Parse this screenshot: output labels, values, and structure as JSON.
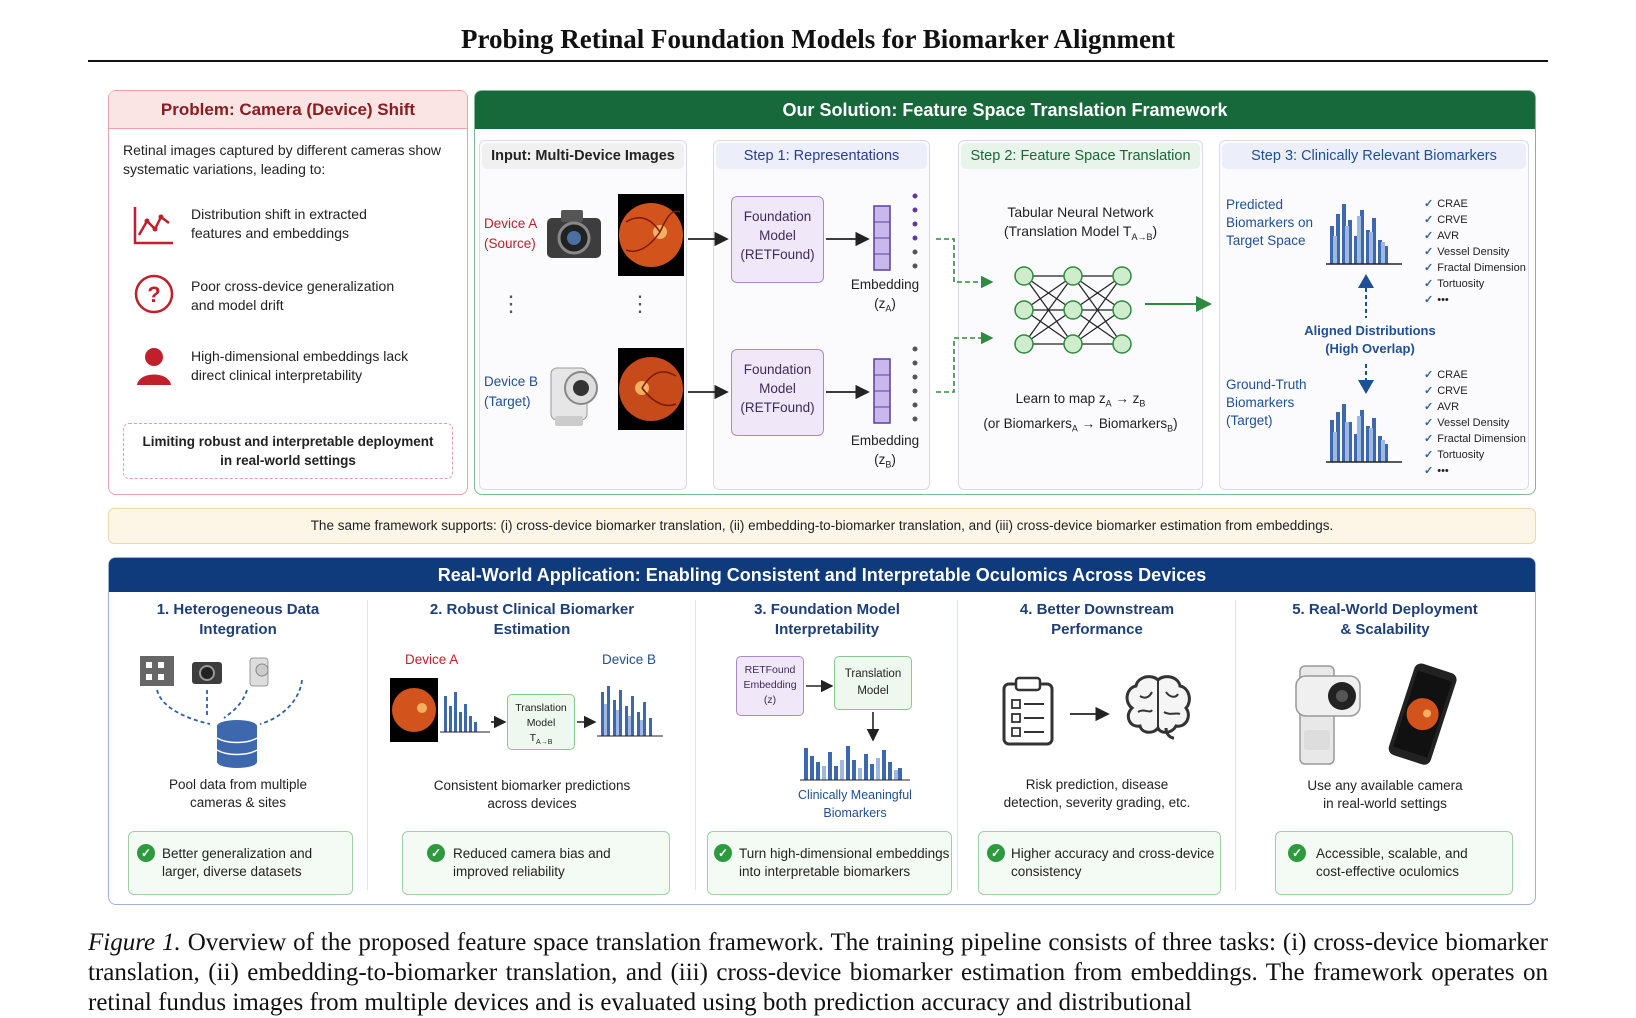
{
  "title": "Probing Retinal Foundation Models for Biomarker Alignment",
  "problem": {
    "header": "Problem: Camera (Device) Shift",
    "intro": "Retinal images captured by different cameras show systematic variations, leading to:",
    "items": [
      {
        "icon": "trend-chart-icon",
        "text": "Distribution shift in extracted features and embeddings"
      },
      {
        "icon": "question-circle-icon",
        "text": "Poor cross-device generalization and model drift"
      },
      {
        "icon": "person-icon",
        "text": "High-dimensional embeddings lack direct clinical interpretability"
      }
    ],
    "limit": "Limiting robust and interpretable deployment in real-world settings"
  },
  "solution": {
    "header": "Our Solution: Feature Space Translation Framework",
    "input_title": "Input: Multi-Device Images",
    "device_a": [
      "Device A",
      "(Source)"
    ],
    "device_b": [
      "Device B",
      "(Target)"
    ],
    "step1_title": "Step 1: Representations",
    "foundation_model": [
      "Foundation",
      "Model",
      "(RETFound)"
    ],
    "embedding_label": "Embedding",
    "embedding_a": "(z",
    "sub_a": "A",
    "sub_b": "B",
    "close_paren": ")",
    "step2_title": "Step 2: Feature Space Translation",
    "tabular_nn": "Tabular Neural Network",
    "translation_model": "(Translation Model T",
    "t_sub": "A→B",
    "learn_map": "Learn to map z",
    "arrow_z": " → z",
    "or_biomarkers": "(or Biomarkers",
    "arrow_bio": " → Biomarkers",
    "step3_title": "Step 3: Clinically Relevant Biomarkers",
    "predicted": [
      "Predicted",
      "Biomarkers on",
      "Target Space"
    ],
    "ground_truth": [
      "Ground-Truth",
      "Biomarkers",
      "(Target)"
    ],
    "aligned": [
      "Aligned Distributions",
      "(High Overlap)"
    ],
    "biomarkers": [
      "CRAE",
      "CRVE",
      "AVR",
      "Vessel Density",
      "Fractal Dimension",
      "Tortuosity",
      "•••"
    ]
  },
  "support_note": "The same framework supports: (i) cross-device biomarker translation, (ii) embedding-to-biomarker translation, and (iii) cross-device biomarker estimation from embeddings.",
  "application": {
    "header": "Real-World Application:  Enabling Consistent and Interpretable Oculomics Across Devices",
    "columns": [
      {
        "title": [
          "1. Heterogeneous Data",
          "Integration"
        ],
        "desc": [
          "Pool data from multiple",
          "cameras & sites"
        ],
        "benefit": [
          "Better generalization and",
          "larger, diverse datasets"
        ]
      },
      {
        "title": [
          "2. Robust Clinical Biomarker",
          "Estimation"
        ],
        "desc": [
          "Consistent biomarker predictions",
          "across devices"
        ],
        "benefit": [
          "Reduced camera bias and",
          "improved reliability"
        ]
      },
      {
        "title": [
          "3. Foundation Model",
          "Interpretability"
        ],
        "desc": [
          "Clinically Meaningful",
          "Biomarkers"
        ],
        "benefit": [
          "Turn high-dimensional embeddings",
          "into interpretable biomarkers"
        ]
      },
      {
        "title": [
          "4. Better Downstream",
          "Performance"
        ],
        "desc": [
          "Risk prediction, disease",
          "detection, severity grading, etc."
        ],
        "benefit": [
          "Higher accuracy and cross-device",
          "consistency"
        ]
      },
      {
        "title": [
          "5. Real-World Deployment",
          "& Scalability"
        ],
        "desc": [
          "Use any available camera",
          "in real-world settings"
        ],
        "benefit": [
          "Accessible, scalable, and",
          "cost-effective oculomics"
        ]
      }
    ],
    "col2_device_a": "Device A",
    "col2_device_b": "Device B",
    "col2_model": [
      "Translation",
      "Model",
      "T"
    ],
    "col3_embed": [
      "RETFound",
      "Embedding",
      "(z)"
    ],
    "col3_model": [
      "Translation",
      "Model"
    ]
  },
  "caption": {
    "label": "Figure 1.",
    "text": " Overview of the proposed feature space translation framework. The training pipeline consists of three tasks: (i) cross-device biomarker translation, (ii) embedding-to-biomarker translation, and (iii) cross-device biomarker estimation from embeddings. The framework operates on retinal fundus images from multiple devices and is evaluated using both prediction accuracy and distributional"
  },
  "colors": {
    "red": "#c0202b",
    "green_header": "#17683a",
    "blue_header": "#0f3b7c",
    "purple": "#7c5bb0",
    "bar_blue": "#3e68ad"
  }
}
